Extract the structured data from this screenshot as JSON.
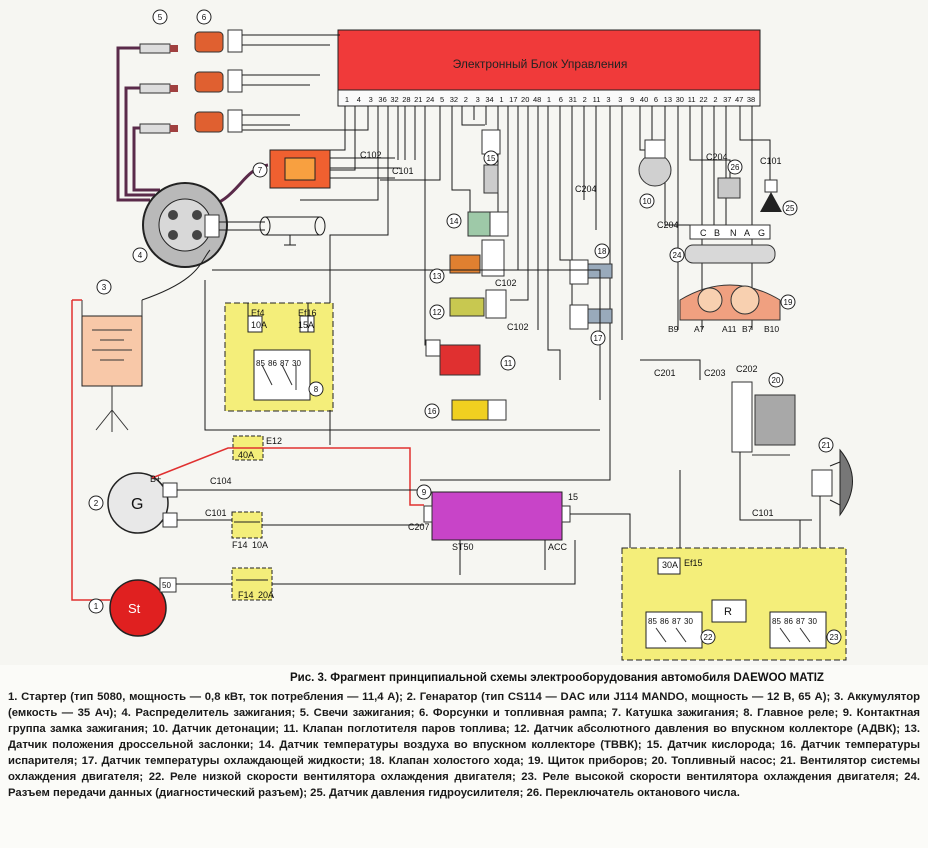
{
  "ecu": {
    "title": "Электронный Блок Управления",
    "pins": [
      "1",
      "4",
      "3",
      "36",
      "32",
      "28",
      "21",
      "24",
      "5",
      "32",
      "2",
      "3",
      "34",
      "1",
      "17",
      "20",
      "48",
      "1",
      "6",
      "31",
      "2",
      "11",
      "3",
      "3",
      "9",
      "40",
      "6",
      "13",
      "30",
      "11",
      "22",
      "2",
      "37",
      "47",
      "38"
    ]
  },
  "connectors": {
    "c102_top": "C102",
    "c101_top": "C101",
    "c101_right": "C101",
    "c204_a": "C204",
    "c204_b": "C204",
    "c204_c": "C204",
    "c102_mid": "C102",
    "c102_low": "C102",
    "c201": "C201",
    "c203": "C203",
    "c202": "C202",
    "c104": "C104",
    "c101_gen": "C101",
    "c207": "C207",
    "c101_low": "C101"
  },
  "fuses": {
    "e14": {
      "name": "Ef4",
      "rating": "10A"
    },
    "e15": {
      "name": "Ef16",
      "rating": "15A"
    },
    "e12": {
      "name": "E12",
      "rating": "40A"
    },
    "f14": {
      "name": "F14",
      "rating": "10A"
    },
    "f14b": {
      "name": "F14",
      "rating": "20A"
    },
    "ef15": {
      "name": "Ef15",
      "rating": "30A"
    }
  },
  "relay_pins": [
    "85",
    "86",
    "87",
    "30"
  ],
  "components": {
    "generator": "G",
    "starter": "St",
    "module_9_st": "ST50",
    "module_9_acc": "ACC",
    "module_9_15": "15",
    "relay_r": "R",
    "gen_b": "B+",
    "starter_pin": "50"
  },
  "diag_pins": [
    "C",
    "B",
    "N",
    "A",
    "G"
  ],
  "dash_pins": [
    "B9",
    "A7",
    "A11",
    "B7",
    "B10"
  ],
  "numbers": [
    "1",
    "2",
    "3",
    "4",
    "5",
    "6",
    "7",
    "8",
    "9",
    "10",
    "11",
    "12",
    "13",
    "14",
    "15",
    "16",
    "17",
    "18",
    "19",
    "20",
    "21",
    "22",
    "23",
    "24",
    "25",
    "26"
  ],
  "caption": {
    "title": "Рис. 3. Фрагмент принципиальной схемы электрооборудования автомобиля DAEWOO MATIZ",
    "text": "1. Стартер (тип 5080, мощность — 0,8 кВт, ток потребления — 11,4 А); 2. Генаратор (тип CS114 — DAC или J114 MANDO, мощность — 12 В, 65 А); 3. Аккумулятор (емкость — 35 Ач); 4. Распределитель зажигания; 5. Свечи зажигания; 6. Форсунки и топливная рампа; 7. Катушка зажигания; 8. Главное реле; 9. Контактная группа замка зажигания; 10. Датчик детонации; 11. Клапан поглотителя паров топлива; 12. Датчик абсолютного давления во впускном коллекторе (АДВК); 13. Датчик положения дроссельной заслонки; 14. Датчик температуры воздуха во впускном коллекторе (ТВВК); 15. Датчик кислорода; 16. Датчик температуры испарителя; 17. Датчик температуры охлаждающей жидкости; 18. Клапан холостого хода; 19. Щиток приборов; 20. Топливный насос; 21. Вентилятор системы охлаждения двигателя; 22. Реле низкой скорости вентилятора охлаждения двигателя; 23. Реле высокой скорости вентилятора охлаждения двигателя; 24. Разъем передачи данных (диагностический разъем); 25. Датчик давления гидроусилителя; 26. Переключатель октанового числа."
  },
  "colors": {
    "ecu_red": "#f03a3a",
    "relay_yellow": "#f4ee7a",
    "module_magenta": "#c844c8",
    "starter_red": "#e02020",
    "wire_dark": "#1a1a1a",
    "wire_red": "#e03030",
    "wire_purple": "#7a2a6a"
  }
}
